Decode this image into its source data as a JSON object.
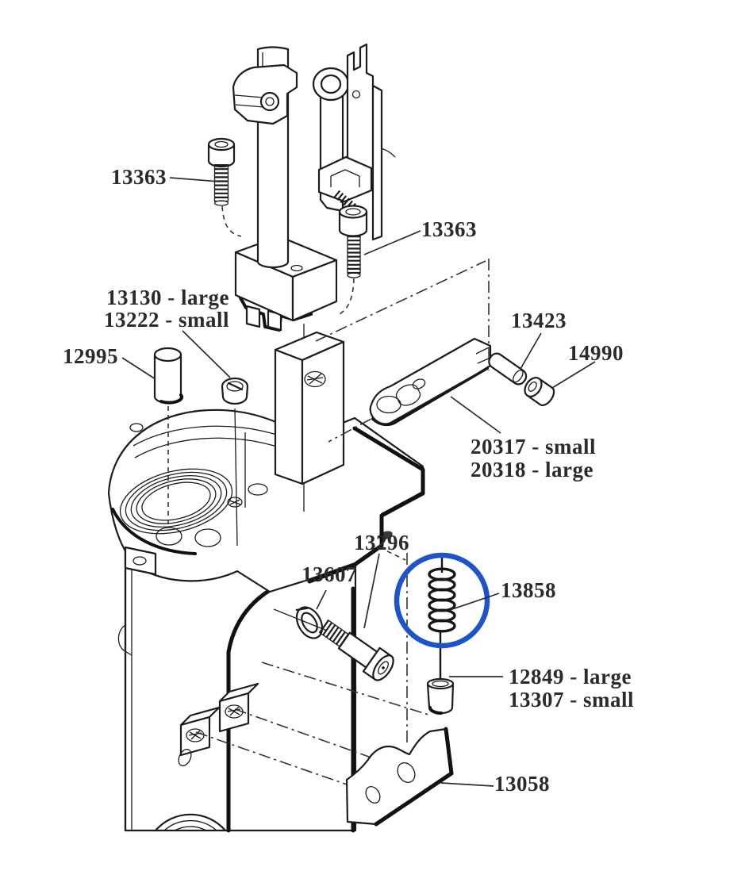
{
  "diagram": {
    "kind": "exploded-parts-diagram",
    "background_color": "#ffffff",
    "line_color": "#1c1c1c",
    "label_color": "#2b2b2b",
    "highlight_circle": {
      "shape": "circle",
      "color": "#1d54cb",
      "around_part": "13858"
    },
    "labels": [
      {
        "id": "13363-left",
        "text": "13363"
      },
      {
        "id": "13363-right",
        "text": "13363"
      },
      {
        "id": "13130-large",
        "text": "13130 - large"
      },
      {
        "id": "13222-small",
        "text": "13222 - small"
      },
      {
        "id": "12995",
        "text": "12995"
      },
      {
        "id": "13423",
        "text": "13423"
      },
      {
        "id": "14990",
        "text": "14990"
      },
      {
        "id": "20317-small",
        "text": "20317 - small"
      },
      {
        "id": "20318-large",
        "text": "20318 - large"
      },
      {
        "id": "13296",
        "text": "13296"
      },
      {
        "id": "13607",
        "text": "13607"
      },
      {
        "id": "13858",
        "text": "13858"
      },
      {
        "id": "12849-large",
        "text": "12849 - large"
      },
      {
        "id": "13307-small",
        "text": "13307 - small"
      },
      {
        "id": "13058",
        "text": "13058"
      }
    ]
  }
}
